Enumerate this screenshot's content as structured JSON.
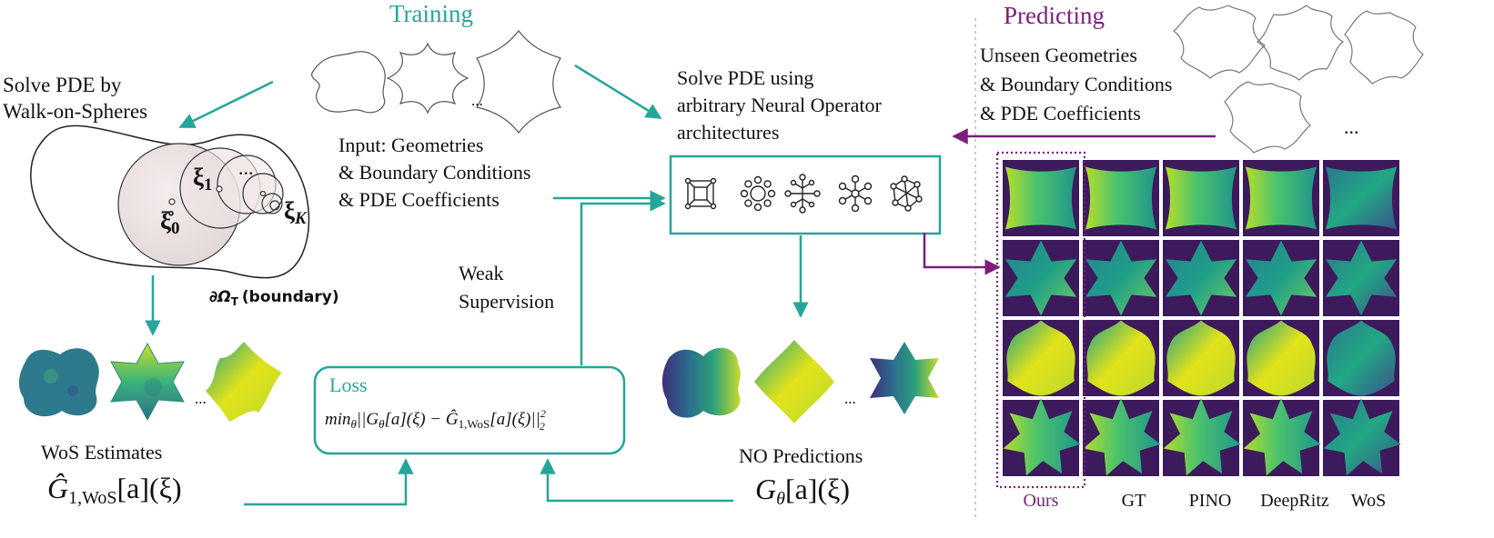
{
  "headers": {
    "training": "Training",
    "predicting": "Predicting"
  },
  "colors": {
    "teal": "#26a69a",
    "purple": "#7b1f7a",
    "stroke": "#222222"
  },
  "wos": {
    "title_line1": "Solve PDE by",
    "title_line2": "Walk-on-Spheres",
    "xi0": "ξ̊",
    "xi0_sub": "0",
    "xi1": "ξ",
    "xi1_sub": "1",
    "xik": "ξ",
    "xik_sub": "K",
    "dots": "...",
    "boundary": "∂Ω",
    "boundary_sub": "T",
    "boundary_suffix": "(boundary)"
  },
  "input": {
    "dots": "...",
    "line1": "Input: Geometries",
    "line2": "& Boundary Conditions",
    "line3": "& PDE Coefficients"
  },
  "solve": {
    "line1": "Solve PDE using",
    "line2": "arbitrary Neural Operator",
    "line3": "architectures"
  },
  "unseen": {
    "line1": "Unseen Geometries",
    "line2": "& Boundary Conditions",
    "line3": "& PDE Coefficients",
    "dots": "..."
  },
  "weak": {
    "line1": "Weak",
    "line2": "Supervision"
  },
  "loss": {
    "title": "Loss",
    "formula": "min_θ||G_θ[a](ξ) − Ĝ_1,WoS[a](ξ)||²₂"
  },
  "wos_estimates": {
    "label": "WoS Estimates",
    "formula_g": "Ĝ",
    "formula_sub": "1,WoS",
    "formula_rest": "[a](ξ)",
    "dots": "..."
  },
  "no_predictions": {
    "label": "NO Predictions",
    "formula_g": "G",
    "formula_sub": "θ",
    "formula_rest": "[a](ξ)",
    "dots": "..."
  },
  "grid_labels": [
    "Ours",
    "GT",
    "PINO",
    "DeepRitz",
    "WoS"
  ],
  "grid_rows": 4
}
